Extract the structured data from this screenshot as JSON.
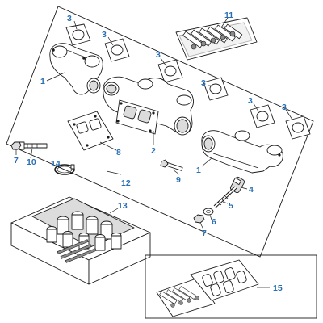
{
  "diagram": {
    "colors": {
      "callout": "#2a6fb5",
      "line": "#1a1a1a",
      "shade": "#dcdcdc"
    },
    "callouts": [
      {
        "id": "c3a",
        "text": "3"
      },
      {
        "id": "c3b",
        "text": "3"
      },
      {
        "id": "c3c",
        "text": "3"
      },
      {
        "id": "c3d",
        "text": "3"
      },
      {
        "id": "c3e",
        "text": "3"
      },
      {
        "id": "c3f",
        "text": "3"
      },
      {
        "id": "c11",
        "text": "11"
      },
      {
        "id": "c1a",
        "text": "1"
      },
      {
        "id": "c1b",
        "text": "1"
      },
      {
        "id": "c2",
        "text": "2"
      },
      {
        "id": "c8",
        "text": "8"
      },
      {
        "id": "c7a",
        "text": "7"
      },
      {
        "id": "c10",
        "text": "10"
      },
      {
        "id": "c14",
        "text": "14"
      },
      {
        "id": "c12",
        "text": "12"
      },
      {
        "id": "c9",
        "text": "9"
      },
      {
        "id": "c4",
        "text": "4"
      },
      {
        "id": "c5",
        "text": "5"
      },
      {
        "id": "c6",
        "text": "6"
      },
      {
        "id": "c7b",
        "text": "7"
      },
      {
        "id": "c13",
        "text": "13"
      },
      {
        "id": "c15",
        "text": "15"
      }
    ]
  }
}
